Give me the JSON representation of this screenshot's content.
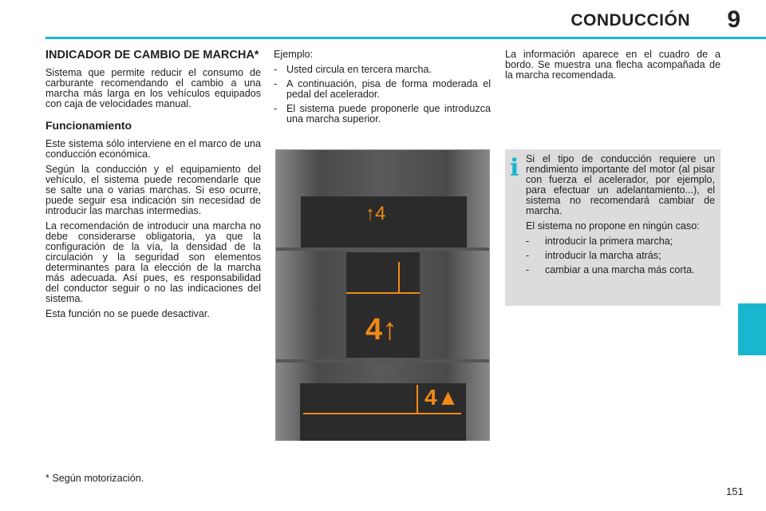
{
  "header": {
    "title": "CONDUCCIÓN",
    "chapter": "9"
  },
  "col1": {
    "title": "INDICADOR DE CAMBIO DE MARCHA*",
    "intro": "Sistema que permite reducir el consumo de carburante recomendando el cambio a una marcha más larga en los vehículos equipados con caja de velocidades manual.",
    "subtitle": "Funcionamiento",
    "paragraphs": [
      "Este sistema sólo interviene en el marco de una conducción económica.",
      "Según la conducción y el equipamiento del vehículo, el sistema puede recomendarle que se salte una o varias marchas. Si eso ocurre, puede seguir esa indicación sin necesidad de introducir las marchas intermedias.",
      "La recomendación de introducir una marcha no debe considerarse obligatoria, ya que la configuración de la vía, la densidad de la circulación y la seguridad son elementos determinantes para la elección de la marcha más adecuada. Así pues, es responsabilidad del conductor seguir o no las indicaciones del sistema.",
      "Esta función no se puede desactivar."
    ]
  },
  "col2": {
    "example": "Ejemplo:",
    "items": [
      "Usted circula en tercera marcha.",
      "A continuación, pisa de forma moderada el pedal del acelerador.",
      "El sistema puede proponerle que introduzca una marcha superior."
    ]
  },
  "col3": {
    "text": "La información aparece en el cuadro de a bordo. Se muestra una flecha acompañada de la marcha recomendada."
  },
  "illustration": {
    "gear1": "↑4",
    "gear2": "4↑",
    "gear3": "4▲",
    "accent": "#f08a17"
  },
  "info": {
    "icon": "i",
    "p1": "Si el tipo de conducción requiere un rendimiento importante del motor (al pisar con fuerza el acelerador, por ejemplo, para efectuar un adelantamiento...), el sistema no recomendará cambiar de marcha.",
    "p2": "El sistema no propone en ningún caso:",
    "items": [
      "introducir la primera marcha;",
      "introducir la marcha atrás;",
      "cambiar a una marcha más corta."
    ]
  },
  "footnote": "* Según motorización.",
  "page_number": "151",
  "colors": {
    "accent": "#1ab6d0",
    "info_bg": "#dcdcdd"
  }
}
